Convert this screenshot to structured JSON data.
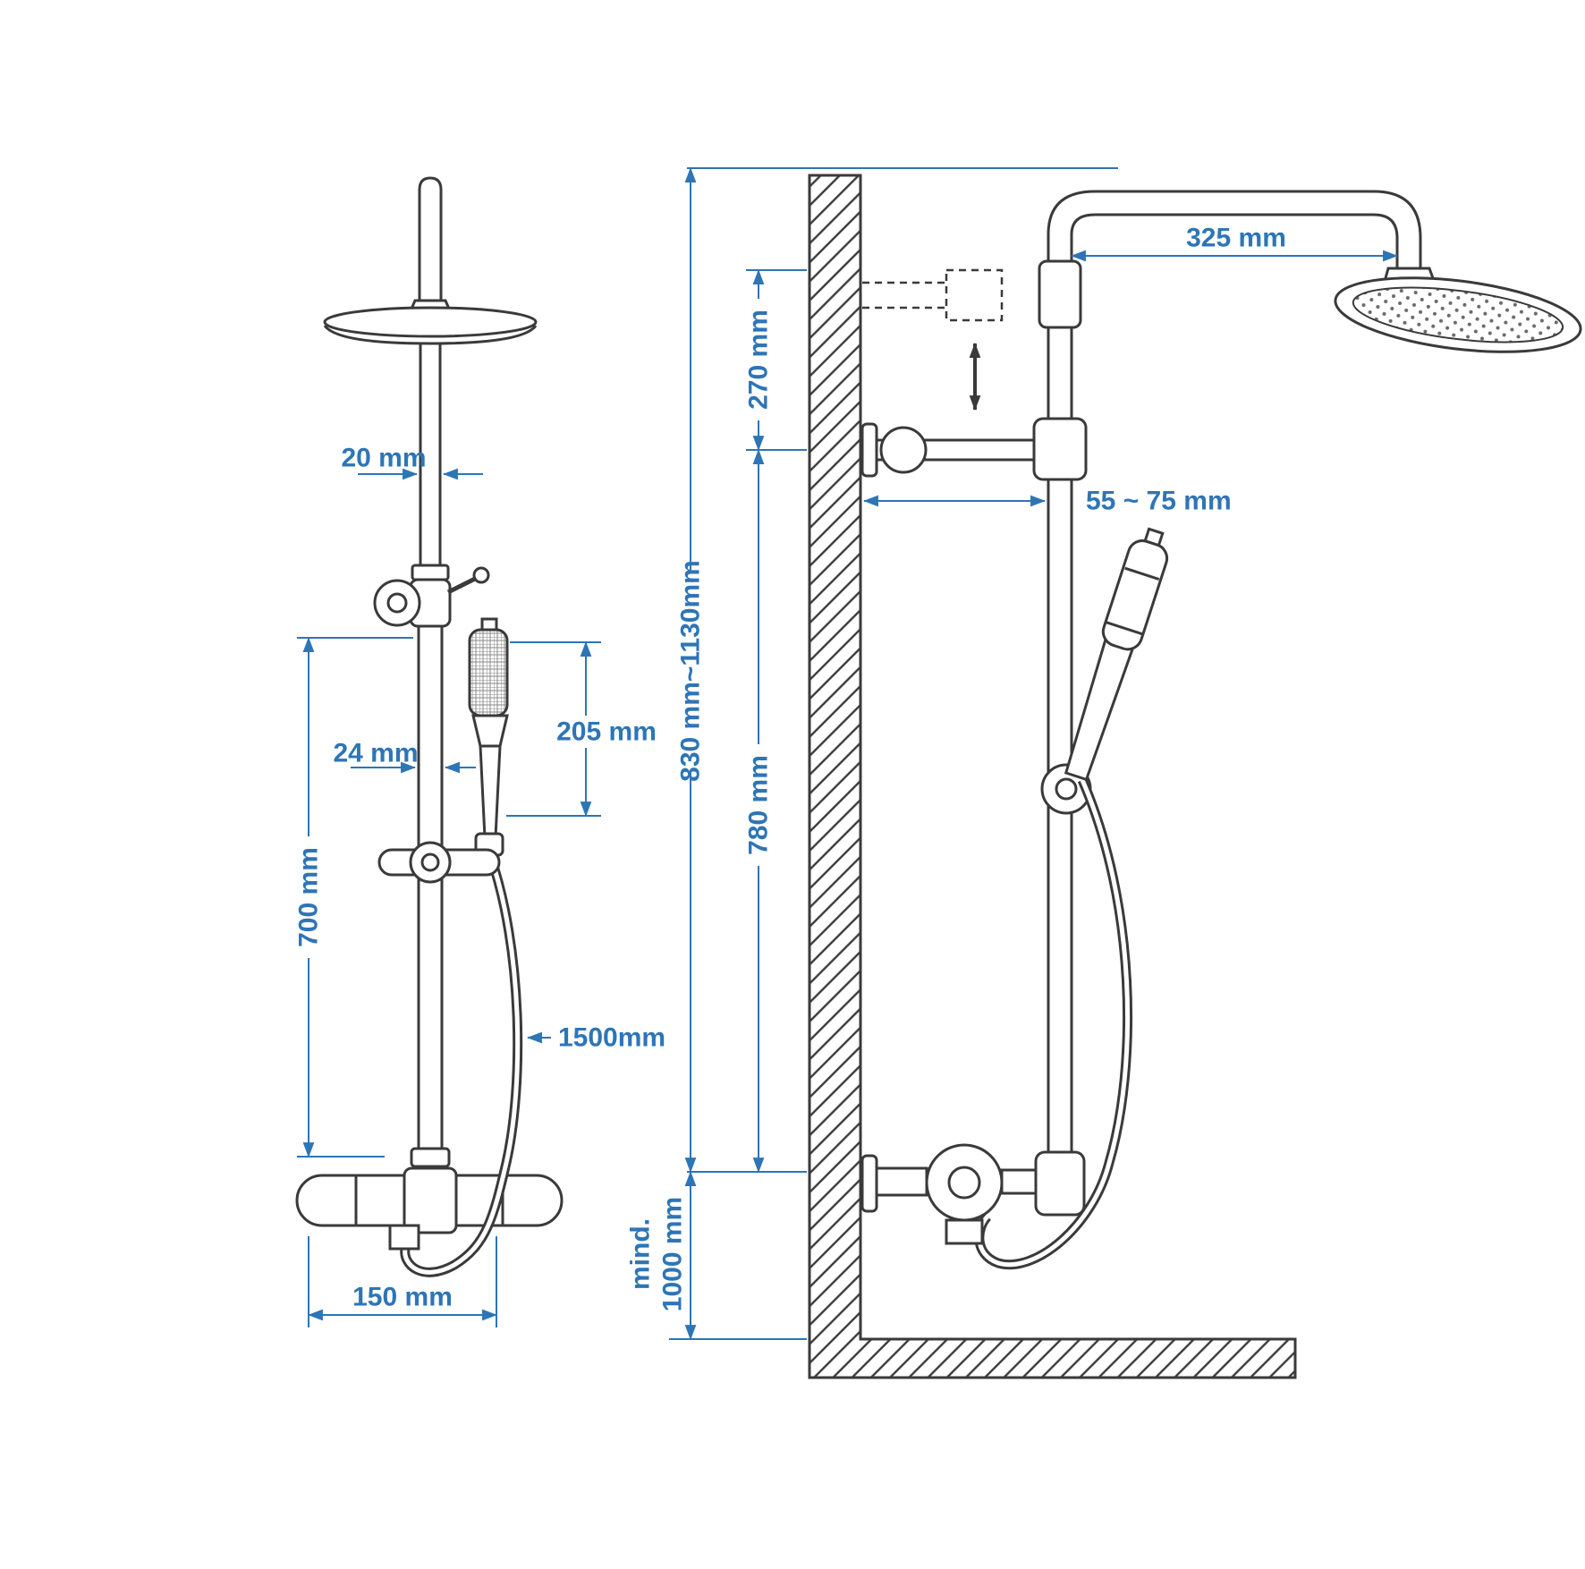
{
  "colors": {
    "dimension": "#2e75b6",
    "line": "#3a3a3a",
    "background": "#ffffff"
  },
  "front_view": {
    "dim_pipe_top": "20 mm",
    "dim_pipe_bottom": "24 mm",
    "dim_hand_shower": "205 mm",
    "dim_rail": "700 mm",
    "dim_hose": "1500mm",
    "dim_connection": "150 mm"
  },
  "side_view": {
    "dim_arm": "325 mm",
    "dim_adjust": "270 mm",
    "dim_wall_clearance": "55 ~ 75 mm",
    "dim_total_height": "830 mm~1130mm",
    "dim_rail_height": "780 mm",
    "dim_min_line1": "mind.",
    "dim_min_line2": "1000 mm"
  }
}
